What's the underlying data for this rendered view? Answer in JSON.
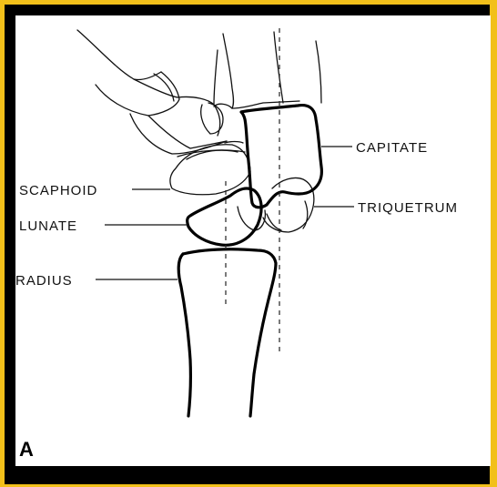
{
  "figure": {
    "panel_letter": "A",
    "labels": {
      "capitate": "CAPITATE",
      "scaphoid": "SCAPHOID",
      "triquetrum": "TRIQUETRUM",
      "lunate": "LUNATE",
      "radius": "RADIUS"
    }
  },
  "colors": {
    "border": "#f2c01a",
    "panel": "#000000",
    "background": "#ffffff",
    "ink": "#111111"
  }
}
